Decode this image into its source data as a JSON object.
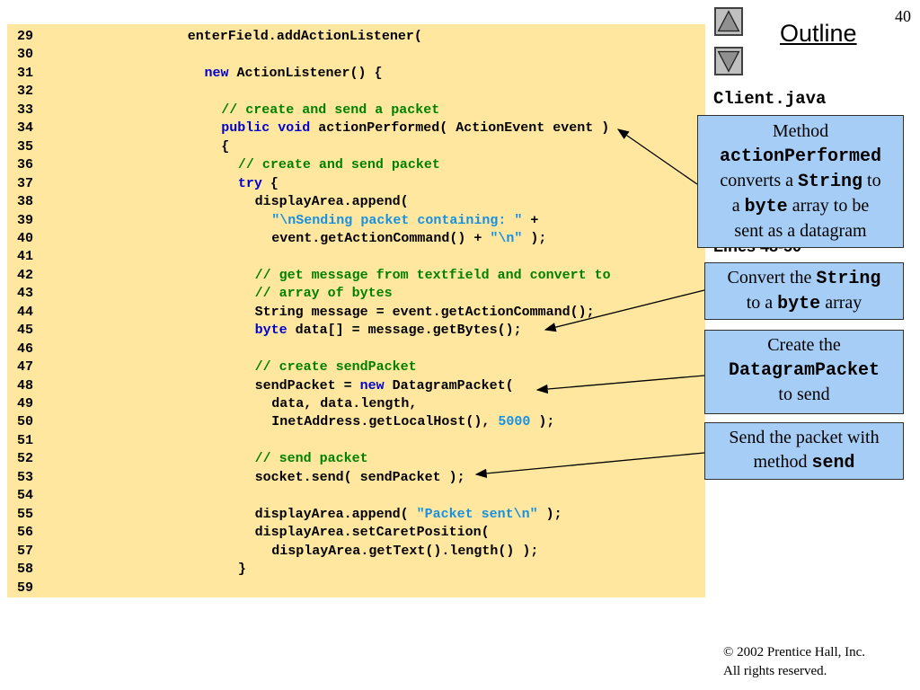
{
  "slide_number": "40",
  "nav": {
    "up_icon": "triangle-up-icon",
    "down_icon": "triangle-down-icon"
  },
  "outline_label": "Outline",
  "file_name": "Client.java",
  "lines_label": "Lines 48-50",
  "code_lines": [
    {
      "num": "29",
      "indent": 8,
      "tokens": [
        [
          "p",
          "enterField.addActionListener("
        ]
      ]
    },
    {
      "num": "30",
      "indent": 0,
      "tokens": []
    },
    {
      "num": "31",
      "indent": 10,
      "tokens": [
        [
          "k",
          "new"
        ],
        [
          "p",
          " ActionListener() {"
        ]
      ]
    },
    {
      "num": "32",
      "indent": 0,
      "tokens": []
    },
    {
      "num": "33",
      "indent": 12,
      "tokens": [
        [
          "c",
          "// create and send a packet"
        ]
      ]
    },
    {
      "num": "34",
      "indent": 12,
      "tokens": [
        [
          "k",
          "public"
        ],
        [
          "p",
          " "
        ],
        [
          "k",
          "void"
        ],
        [
          "p",
          " actionPerformed( ActionEvent event )"
        ]
      ]
    },
    {
      "num": "35",
      "indent": 12,
      "tokens": [
        [
          "p",
          "{"
        ]
      ]
    },
    {
      "num": "36",
      "indent": 14,
      "tokens": [
        [
          "c",
          "// create and send packet"
        ]
      ]
    },
    {
      "num": "37",
      "indent": 14,
      "tokens": [
        [
          "k",
          "try"
        ],
        [
          "p",
          " {"
        ]
      ]
    },
    {
      "num": "38",
      "indent": 16,
      "tokens": [
        [
          "p",
          "displayArea.append("
        ]
      ]
    },
    {
      "num": "39",
      "indent": 18,
      "tokens": [
        [
          "s",
          "\"\\nSending packet containing: \""
        ],
        [
          "p",
          " +"
        ]
      ]
    },
    {
      "num": "40",
      "indent": 18,
      "tokens": [
        [
          "p",
          "event.getActionCommand() + "
        ],
        [
          "s",
          "\"\\n\""
        ],
        [
          "p",
          " );"
        ]
      ]
    },
    {
      "num": "41",
      "indent": 0,
      "tokens": []
    },
    {
      "num": "42",
      "indent": 16,
      "tokens": [
        [
          "c",
          "// get message from textfield and convert to"
        ]
      ]
    },
    {
      "num": "43",
      "indent": 16,
      "tokens": [
        [
          "c",
          "// array of bytes"
        ]
      ]
    },
    {
      "num": "44",
      "indent": 16,
      "tokens": [
        [
          "p",
          "String message = event.getActionCommand();"
        ]
      ]
    },
    {
      "num": "45",
      "indent": 16,
      "tokens": [
        [
          "k",
          "byte"
        ],
        [
          "p",
          " data[] = message.getBytes();"
        ]
      ]
    },
    {
      "num": "46",
      "indent": 0,
      "tokens": []
    },
    {
      "num": "47",
      "indent": 16,
      "tokens": [
        [
          "c",
          "// create sendPacket"
        ]
      ]
    },
    {
      "num": "48",
      "indent": 16,
      "tokens": [
        [
          "p",
          "sendPacket = "
        ],
        [
          "k",
          "new"
        ],
        [
          "p",
          " DatagramPacket("
        ]
      ]
    },
    {
      "num": "49",
      "indent": 18,
      "tokens": [
        [
          "p",
          "data, data.length,"
        ]
      ]
    },
    {
      "num": "50",
      "indent": 18,
      "tokens": [
        [
          "p",
          "InetAddress.getLocalHost(), "
        ],
        [
          "s",
          "5000"
        ],
        [
          "p",
          " );"
        ]
      ]
    },
    {
      "num": "51",
      "indent": 0,
      "tokens": []
    },
    {
      "num": "52",
      "indent": 16,
      "tokens": [
        [
          "c",
          "// send packet"
        ]
      ]
    },
    {
      "num": "53",
      "indent": 16,
      "tokens": [
        [
          "p",
          "socket.send( sendPacket );"
        ]
      ]
    },
    {
      "num": "54",
      "indent": 0,
      "tokens": []
    },
    {
      "num": "55",
      "indent": 16,
      "tokens": [
        [
          "p",
          "displayArea.append( "
        ],
        [
          "s",
          "\"Packet sent\\n\""
        ],
        [
          "p",
          " );"
        ]
      ]
    },
    {
      "num": "56",
      "indent": 16,
      "tokens": [
        [
          "p",
          "displayArea.setCaretPosition("
        ]
      ]
    },
    {
      "num": "57",
      "indent": 18,
      "tokens": [
        [
          "p",
          "displayArea.getText().length() );"
        ]
      ]
    },
    {
      "num": "58",
      "indent": 14,
      "tokens": [
        [
          "p",
          "}"
        ]
      ]
    },
    {
      "num": "59",
      "indent": 0,
      "tokens": []
    }
  ],
  "callouts": {
    "actionperformed": [
      [
        "t",
        "Method"
      ],
      [
        "br"
      ],
      [
        "m",
        "actionPerformed"
      ],
      [
        "br"
      ],
      [
        "t",
        "converts a "
      ],
      [
        "m",
        "String"
      ],
      [
        "t",
        " to"
      ],
      [
        "br"
      ],
      [
        "t",
        "a "
      ],
      [
        "m",
        "byte"
      ],
      [
        "t",
        " array to be"
      ],
      [
        "br"
      ],
      [
        "t",
        "sent as a datagram"
      ]
    ],
    "convert": [
      [
        "t",
        "Convert the "
      ],
      [
        "m",
        "String"
      ],
      [
        "br"
      ],
      [
        "t",
        "to a "
      ],
      [
        "m",
        "byte"
      ],
      [
        "t",
        " array"
      ]
    ],
    "create": [
      [
        "t",
        "Create the"
      ],
      [
        "br"
      ],
      [
        "m",
        "DatagramPacket"
      ],
      [
        "br"
      ],
      [
        "t",
        "to send"
      ]
    ],
    "send": [
      [
        "t",
        "Send the packet with"
      ],
      [
        "br"
      ],
      [
        "t",
        "method "
      ],
      [
        "m",
        "send"
      ]
    ]
  },
  "footer": {
    "copyright_symbol": "©",
    "line1": " 2002 Prentice Hall, Inc.",
    "line2": "All rights reserved."
  }
}
